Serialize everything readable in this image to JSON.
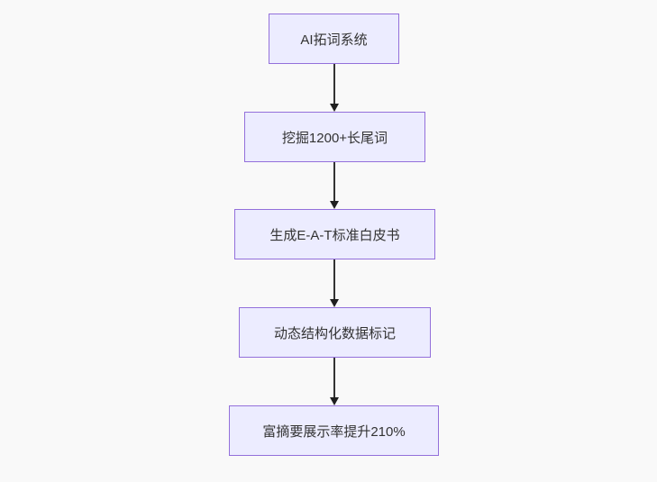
{
  "diagram": {
    "type": "flowchart",
    "direction": "top-down",
    "nodes": [
      {
        "id": "n1",
        "label": "AI拓词系统"
      },
      {
        "id": "n2",
        "label": "挖掘1200+长尾词"
      },
      {
        "id": "n3",
        "label": "生成E-A-T标准白皮书"
      },
      {
        "id": "n4",
        "label": "动态结构化数据标记"
      },
      {
        "id": "n5",
        "label": "富摘要展示率提升210%"
      }
    ],
    "edges": [
      {
        "from": "n1",
        "to": "n2",
        "style": "arrow"
      },
      {
        "from": "n2",
        "to": "n3",
        "style": "arrow"
      },
      {
        "from": "n3",
        "to": "n4",
        "style": "arrow"
      },
      {
        "from": "n4",
        "to": "n5",
        "style": "arrow"
      }
    ],
    "colors": {
      "background": "#f9f9f9",
      "node_fill": "#ECECFF",
      "node_border": "#9370DB",
      "node_text": "#333333",
      "arrow_line": "#333333",
      "arrow_head": "#1f1f1f"
    }
  }
}
